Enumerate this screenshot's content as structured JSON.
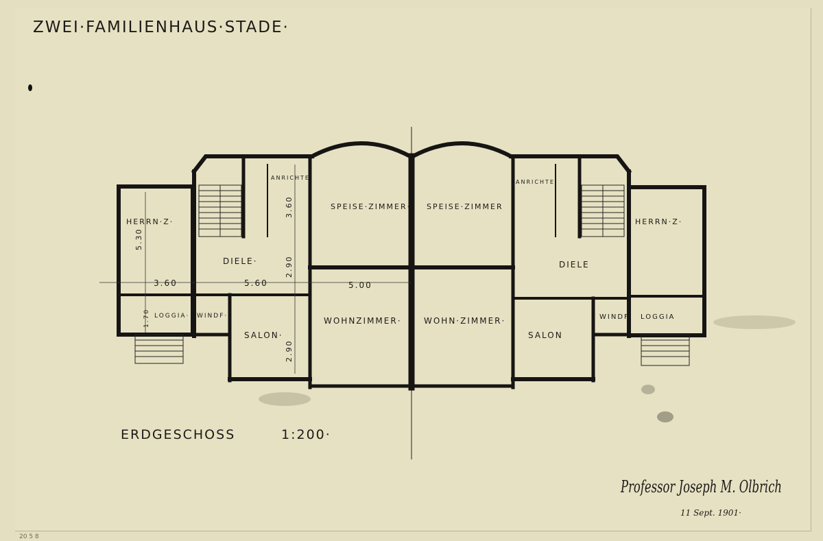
{
  "title": "ZWEI·FAMILIENHAUS·STADE·",
  "floor_label": "ERDGESCHOSS",
  "scale": "1:200·",
  "signature": "Professor Joseph M. Olbrich",
  "date": "11 Sept. 1901·",
  "catalog_number": "20 5 8",
  "rooms": {
    "herrn_z_left": "HERRN·Z·",
    "anrichte_left": "ANRICHTE",
    "speise_zimmer_left": "SPEISE·ZIMMER·",
    "speise_zimmer_right": "SPEISE·ZIMMER",
    "anrichte_right": "ANRICHTE",
    "herrn_z_right": "HERRN·Z·",
    "diele_left": "DIELE·",
    "diele_right": "DIELE",
    "loggia_left": "LOGGIA·",
    "windf_left": "WINDF·",
    "salon_left": "SALON·",
    "wohnzimmer_left": "WOHNZIMMER·",
    "wohnzimmer_right": "WOHN·ZIMMER·",
    "salon_right": "SALON",
    "windf_right": "WINDF·",
    "loggia_right": "LOGGIA"
  },
  "dimensions": {
    "d_360_vert": "3.60",
    "d_530": "5.30",
    "d_290_upper": "2.90",
    "d_360_horiz": "3.60",
    "d_560": "5.60",
    "d_500": "5.00",
    "d_170": "1.70",
    "d_290_lower": "2.90"
  }
}
